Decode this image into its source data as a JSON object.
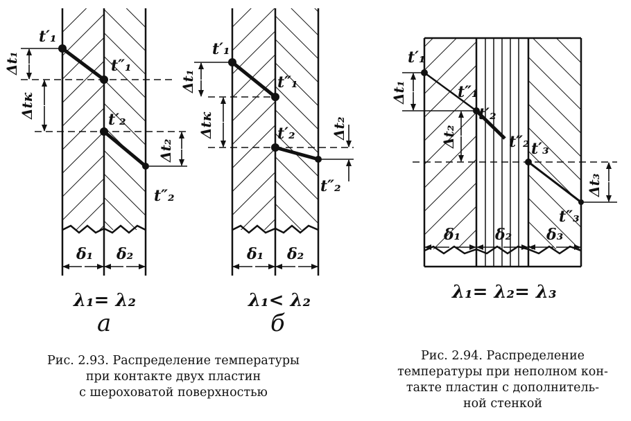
{
  "fig_a": {
    "t1p": "t′₁",
    "t1pp": "t″₁",
    "t2p": "t′₂",
    "t2pp": "t″₂",
    "dt1": "Δt₁",
    "dtk": "Δtк",
    "dt2": "Δt₂",
    "d1": "δ₁",
    "d2": "δ₂",
    "lambda": "λ₁= λ₂",
    "sub": "а"
  },
  "fig_b": {
    "t1p": "t′₁",
    "t1pp": "t″₁",
    "t2p": "t′₂",
    "t2pp": "t″₂",
    "dt1": "Δt₁",
    "dtk": "Δtк",
    "dt2": "Δt₂",
    "d1": "δ₁",
    "d2": "δ₂",
    "lambda": "λ₁< λ₂",
    "sub": "б"
  },
  "fig_c": {
    "t1p": "t′₁",
    "t1pp": "t″₁",
    "t2p": "t′₂",
    "t2pp": "t″₂",
    "t3p": "t′₃",
    "t3pp": "t″₃",
    "dt1": "Δt₁",
    "dt2": "Δt₂",
    "dt3": "Δt₃",
    "d1": "δ₁",
    "d2": "δ₂",
    "d3": "δ₃",
    "lambda": "λ₁= λ₂= λ₃"
  },
  "captions": {
    "fig293": [
      "Рис. 2.93. Распределение температуры",
      "при контакте двух пластин",
      "с шероховатой поверхностью"
    ],
    "fig294": [
      "Рис. 2.94. Распределение",
      "температуры при неполном кон-",
      "такте пластин с дополнитель-",
      "ной стенкой"
    ]
  }
}
